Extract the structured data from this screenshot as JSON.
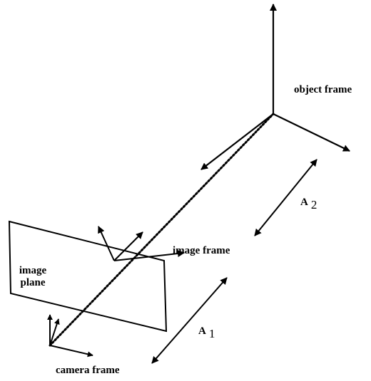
{
  "labels": {
    "object_frame": "object frame",
    "image_frame": "image frame",
    "image_plane_line1": "image",
    "image_plane_line2": "plane",
    "camera_frame": "camera frame",
    "a1_symbol": "A",
    "a1_subscript": "1",
    "a2_symbol": "A",
    "a2_subscript": "2"
  },
  "colors": {
    "ink": "#000000",
    "background": "#ffffff"
  }
}
